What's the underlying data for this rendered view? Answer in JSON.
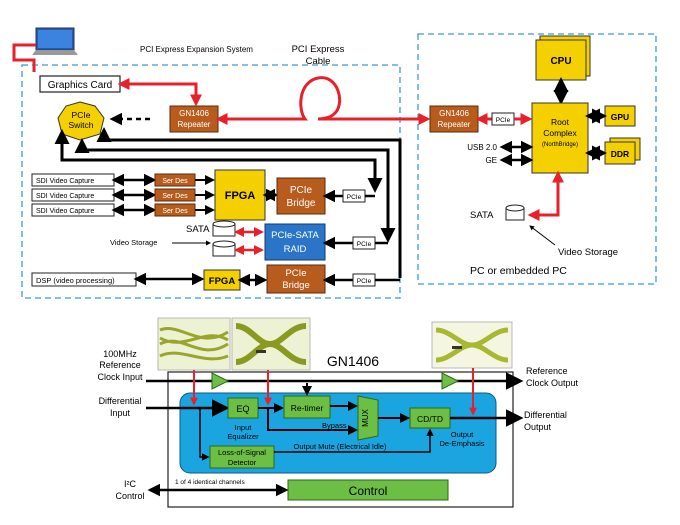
{
  "top": {
    "expansion_title": "PCI Express Expansion System",
    "cable_label_1": "PCI Express",
    "cable_label_2": "Cable",
    "graphics_card": "Graphics Card",
    "pcie_switch_1": "PCIe",
    "pcie_switch_2": "Switch",
    "repeater_1": "GN1406",
    "repeater_2": "Repeater",
    "sdi_capture": [
      "SDI Video Capture",
      "SDI Video Capture",
      "SDI Video Capture"
    ],
    "ser_des": "Ser Des",
    "fpga": "FPGA",
    "pcie_bridge_1": "PCIe",
    "pcie_bridge_2": "Bridge",
    "pcie_tag": "PCIe",
    "sata_left": "SATA",
    "video_storage_left": "Video Storage",
    "sata_raid_1": "PCIe-SATA",
    "sata_raid_2": "RAID",
    "dsp": "DSP (video processing)",
    "cpu": "CPU",
    "gpu": "GPU",
    "ddr": "DDR",
    "root_complex_1": "Root",
    "root_complex_2": "Complex",
    "root_complex_3": "(NorthBridge)",
    "usb": "USB 2.0",
    "ge": "GE",
    "sata_right": "SATA",
    "video_storage_right": "Video Storage",
    "pc_label": "PC or embedded PC"
  },
  "bottom": {
    "chip_title": "GN1406",
    "ref_in_1": "100MHz",
    "ref_in_2": "Reference",
    "ref_in_3": "Clock Input",
    "ref_out_1": "Reference",
    "ref_out_2": "Clock Output",
    "diff_in_1": "Differential",
    "diff_in_2": "Input",
    "diff_out_1": "Differential",
    "diff_out_2": "Output",
    "eq": "EQ",
    "input_eq_1": "Input",
    "input_eq_2": "Equalizer",
    "retimer": "Re-timer",
    "mux": "MUX",
    "bypass": "Bypass",
    "cdtd": "CD/TD",
    "output_deemph_1": "Output",
    "output_deemph_2": "De-Emphasis",
    "output_mute": "Output Mute (Electrical Idle)",
    "los_1": "Loss-of-Signal",
    "los_2": "Detector",
    "channels_note": "1 of 4 identical channels",
    "i2c_1": "I²C",
    "i2c_2": "Control",
    "control": "Control"
  },
  "colors": {
    "pcie_red": "#e8202a",
    "brown": "#b85c1e",
    "yellow": "#f5d000",
    "blue_box": "#2b75c9",
    "cyan": "#1aa5e0",
    "green": "#6cbe45",
    "dashed": "#3a9ad8"
  }
}
